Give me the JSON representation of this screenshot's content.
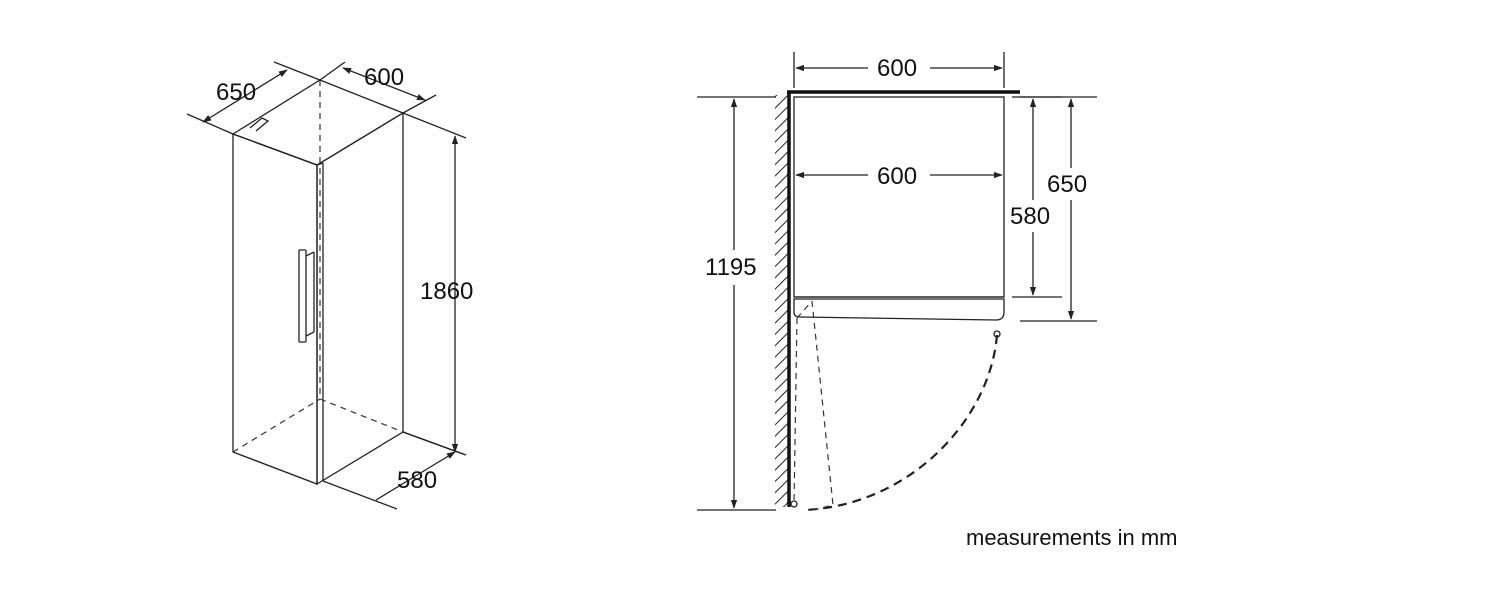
{
  "iso_view": {
    "depth_label": "650",
    "width_label": "600",
    "height_label": "1860",
    "door_depth_label": "580"
  },
  "plan_view": {
    "outer_width_label": "600",
    "inner_width_label": "600",
    "inner_depth_label": "580",
    "outer_depth_label": "650",
    "door_clearance_label": "1195"
  },
  "footer": {
    "note": "measurements in mm"
  },
  "colors": {
    "line": "#222222",
    "background": "#ffffff"
  }
}
